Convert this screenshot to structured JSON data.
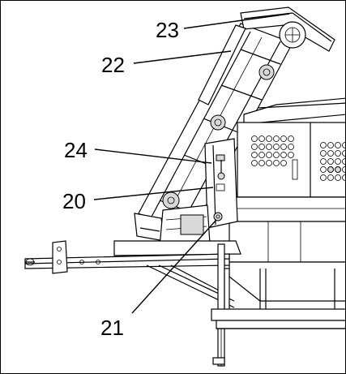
{
  "labels": {
    "l23": "23",
    "l22": "22",
    "l24": "24",
    "l20": "20",
    "l21": "21"
  }
}
